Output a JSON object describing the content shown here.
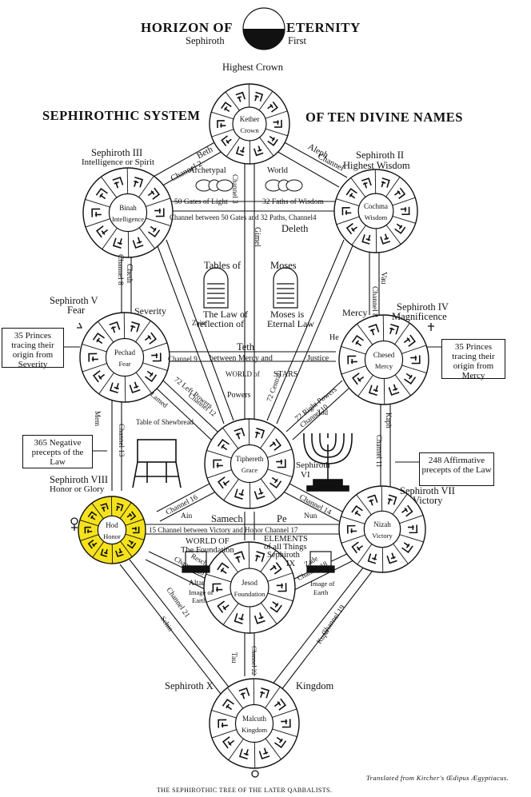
{
  "header": {
    "horizon_left": "HORIZON OF",
    "horizon_right": "ETERNITY",
    "sephiroth": "Sephiroth",
    "first": "First",
    "highest_crown": "Highest Crown",
    "system_left": "SEPHIROTHIC SYSTEM",
    "system_right": "OF TEN DIVINE NAMES"
  },
  "sephiroth": {
    "kether": {
      "line1": "Kether",
      "line2": "Crown"
    },
    "binah": {
      "line1": "Binah",
      "line2": "Intelligence"
    },
    "cochma": {
      "line1": "Cochma",
      "line2": "Wisdom"
    },
    "pechad": {
      "line1": "Pechad",
      "line2": "Fear"
    },
    "chesed": {
      "line1": "Chesed",
      "line2": "Mercy"
    },
    "tiphereth": {
      "line1": "Tiphereth",
      "line2": "Grace"
    },
    "hod": {
      "line1": "Hod",
      "line2": "Honor"
    },
    "nizah": {
      "line1": "Nizah",
      "line2": "Victory"
    },
    "jesod": {
      "line1": "Jesod",
      "line2": "Foundation"
    },
    "malcuth": {
      "line1": "Malcuth",
      "line2": "Kingdom"
    }
  },
  "labels": {
    "seph3": "Sephiroth III",
    "seph3_sub": "Intelligence or Spirit",
    "seph2": "Sephiroth II",
    "seph2_sub": "Highest Wisdom",
    "seph5": "Sephiroth V",
    "seph5_sub": "Fear",
    "seph4": "Sephiroth IV",
    "seph4_sub": "Magnificence",
    "seph6": "Sephiroth",
    "seph6_num": "VI",
    "seph8": "Sephiroth VIII",
    "seph8_sub": "Honor or Glory",
    "seph7": "Sephiroth VII",
    "seph7_sub": "Victory",
    "seph9": "Sephiroth",
    "seph9_num": "IX",
    "seph10": "Sephiroth X",
    "kingdom": "Kingdom",
    "beth": "Beth",
    "aleph": "Aleph",
    "channel2": "Channel 2",
    "channel1": "Channel",
    "archetypal": "Archetypal",
    "world": "World",
    "gates_light": "50 Gates of Light",
    "faths_wisdom": "32 Faths of Wisdom",
    "channel_between": "Channel between 50 Gates and 32 Paths, Channel4",
    "channel3": "Channel 3",
    "deleth": "Deleth",
    "gimel": "Gimel",
    "tables_of": "Tables of",
    "moses": "Moses",
    "law_reflection1": "The Law of",
    "law_reflection2": "reflection of",
    "moses_eternal1": "Moses is",
    "moses_eternal2": "Eternal Law",
    "cheth": "Cheth",
    "channel8": "Channel 8",
    "severity": "Severity",
    "mercy": "Mercy",
    "vau": "Vau",
    "channel_r": "Channel 8",
    "he": "He",
    "teth": "Teth",
    "between_mercy": "between Mercy and",
    "justice": "Justice",
    "channel9": "Channel 9",
    "zain": "Zain",
    "world_of": "WORLD of",
    "powers": "Powers",
    "stars": "STARS",
    "central_72": "72 Central",
    "left_powers": "72 Left Powers",
    "channel12": "Channel 12",
    "right_powers": "72 Right Powers",
    "channel10": "Channel 10",
    "lamed": "Lamed",
    "iod": "Iod",
    "table_shewbread": "Table of Shewbread",
    "mem": "Mem",
    "channel13": "Channel 13",
    "kaph": "Kaph",
    "channel11": "Channel 11",
    "channel16": "Channel 16",
    "ain": "Ain",
    "channel14": "Channel 14",
    "nun": "Nun",
    "samech": "Samech",
    "pe": "Pe",
    "channel15": "15 Channel between Victory and Honor Channel 17",
    "world_of2": "WORLD OF",
    "the_foundation": "The Foundation",
    "elements": "ELEMENTS",
    "of_all_things": "of all Things",
    "resch": "Resch",
    "channel20": "Channel 20",
    "zade": "Zade",
    "channel18": "Channel 18",
    "altar1": "Altar",
    "altar2": "Image of",
    "altar3": "Earth",
    "image_earth1": "Image of",
    "image_earth2": "Earth",
    "channel21": "Channel 21",
    "schin": "Schin",
    "kuph": "Kuph",
    "channel19": "Channel 19",
    "tau": "Tau",
    "channel22": "Channel 22"
  },
  "boxes": {
    "left_princes": "35 Princes tracing their origin from Severity",
    "right_princes": "35 Princes tracing their origin from Mercy",
    "neg_precepts": "365 Negative precepts of the Law",
    "aff_precepts": "248 Affirmative precepts of the Law"
  },
  "captions": {
    "bottom": "THE SEPHIROTHIC TREE OF THE LATER QABBALISTS.",
    "credit": "Translated from Kircher's Œdipus Ægyptiacus."
  },
  "colors": {
    "ink": "#111111",
    "hod_highlight": "#f5e21c",
    "paper": "#ffffff"
  }
}
